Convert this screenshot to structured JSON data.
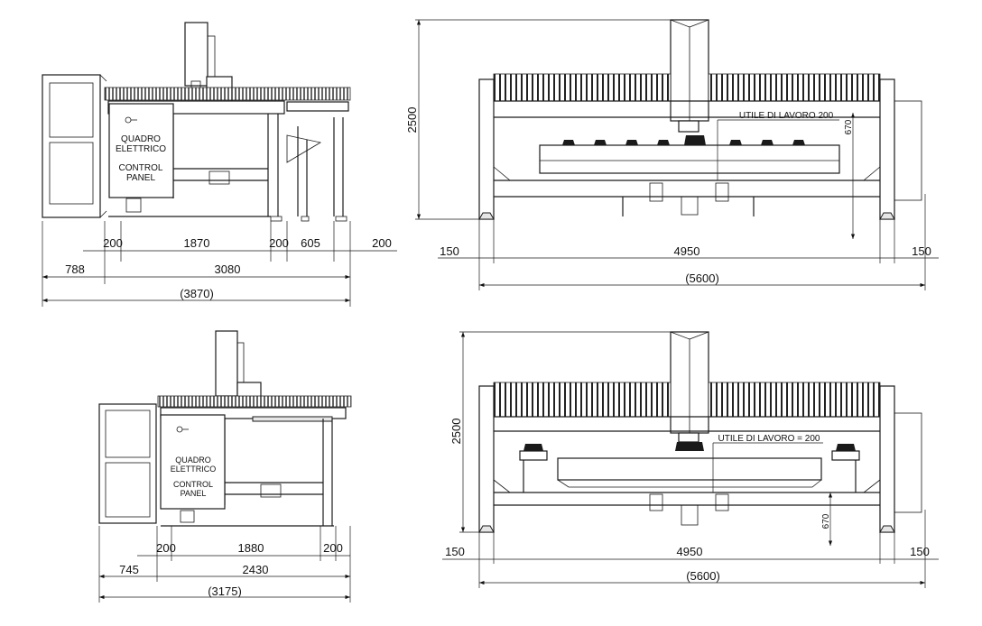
{
  "views": {
    "side_top": {
      "panel_label_it": [
        "QUADRO",
        "ELETTRICO"
      ],
      "panel_label_en": [
        "CONTROL",
        "PANEL"
      ],
      "dims_row1": [
        "200",
        "1870",
        "200",
        "605",
        "200"
      ],
      "dims_row2": [
        "788",
        "3080"
      ],
      "dim_total": "(3870)"
    },
    "front_top": {
      "height": "2500",
      "work_label": "UTILE DI LAVORO 200",
      "work_height": "670",
      "left": "150",
      "span": "4950",
      "right": "150",
      "total": "(5600)"
    },
    "side_bottom": {
      "panel_label_it": [
        "QUADRO",
        "ELETTRICO"
      ],
      "panel_label_en": [
        "CONTROL",
        "PANEL"
      ],
      "dims_row1": [
        "200",
        "1880",
        "200"
      ],
      "dims_row2": [
        "745",
        "2430"
      ],
      "dim_total": "(3175)"
    },
    "front_bottom": {
      "height": "2500",
      "work_label": "UTILE DI LAVORO = 200",
      "work_height": "670",
      "left": "150",
      "span": "4950",
      "right": "150",
      "total": "(5600)"
    }
  }
}
